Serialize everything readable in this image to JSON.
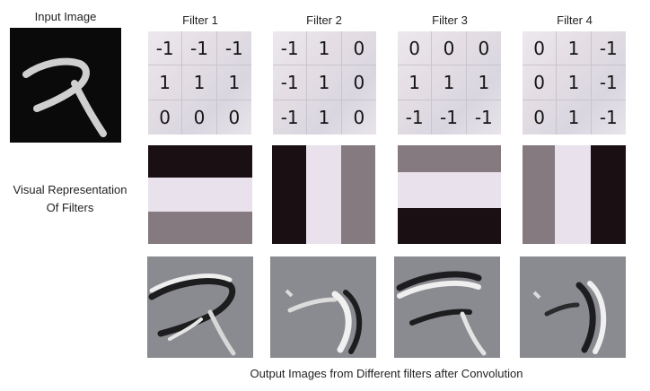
{
  "input_label": "Input Image",
  "visual_label_line1": "Visual Representation",
  "visual_label_line2": "Of Filters",
  "output_caption": "Output Images from Different filters after Convolution",
  "filters": [
    {
      "name": "Filter 1",
      "kernel": [
        "-1",
        "-1",
        "-1",
        "1",
        "1",
        "1",
        "0",
        "0",
        "0"
      ]
    },
    {
      "name": "Filter 2",
      "kernel": [
        "-1",
        "1",
        "0",
        "-1",
        "1",
        "0",
        "-1",
        "1",
        "0"
      ]
    },
    {
      "name": "Filter 3",
      "kernel": [
        "0",
        "0",
        "0",
        "1",
        "1",
        "1",
        "-1",
        "-1",
        "-1"
      ]
    },
    {
      "name": "Filter 4",
      "kernel": [
        "0",
        "1",
        "-1",
        "0",
        "1",
        "-1",
        "0",
        "1",
        "-1"
      ]
    }
  ],
  "colors": {
    "dark": "#1a0f12",
    "light": "#e9e2ec",
    "mid": "#857a80",
    "output_bg": "#8a8b90"
  }
}
